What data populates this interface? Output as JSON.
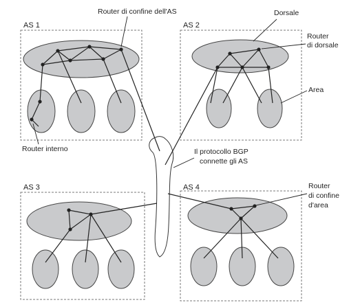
{
  "labels": {
    "as1": "AS 1",
    "as2": "AS 2",
    "as3": "AS 3",
    "as4": "AS 4",
    "router_confine_as": "Router di confine dell'AS",
    "dorsale": "Dorsale",
    "router_dorsale_1": "Router",
    "router_dorsale_2": "di dorsale",
    "area": "Area",
    "router_interno": "Router interno",
    "bgp_1": "Il protocollo BGP",
    "bgp_2": "connette gli AS",
    "router_confine_area_1": "Router",
    "router_confine_area_2": "di confine",
    "router_confine_area_3": "d'area"
  },
  "colors": {
    "fill": "#c9cacc",
    "stroke": "#222222",
    "box": "#777777"
  }
}
